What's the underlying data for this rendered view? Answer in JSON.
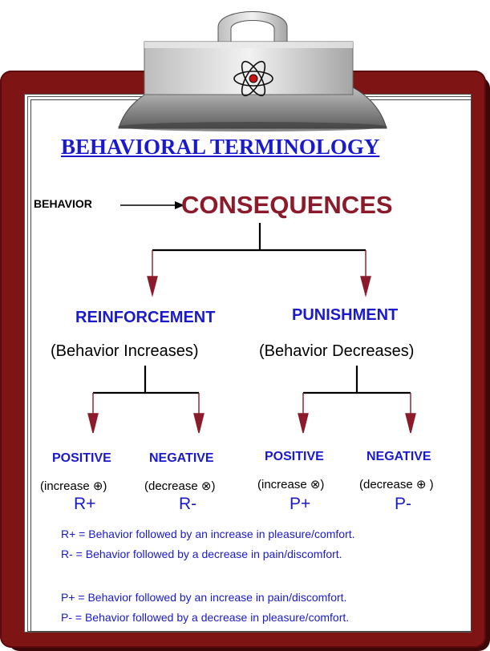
{
  "title": "BEHAVIORAL TERMINOLOGY",
  "behavior_label": "BEHAVIOR",
  "consequences_label": "CONSEQUENCES",
  "reinforcement": {
    "label": "REINFORCEMENT",
    "effect": "(Behavior Increases)",
    "positive": {
      "label": "POSITIVE",
      "detail": "(increase ⊕)",
      "code": "R+"
    },
    "negative": {
      "label": "NEGATIVE",
      "detail": "(decrease ⊗)",
      "code": "R-"
    }
  },
  "punishment": {
    "label": "PUNISHMENT",
    "effect": "(Behavior Decreases)",
    "positive": {
      "label": "POSITIVE",
      "detail": "(increase ⊗)",
      "code": "P+"
    },
    "negative": {
      "label": "NEGATIVE",
      "detail": "(decrease ⊕ )",
      "code": "P-"
    }
  },
  "definitions": [
    "R+ = Behavior followed by an increase in pleasure/comfort.",
    "R- = Behavior followed by a decrease in pain/discomfort.",
    "P+ = Behavior followed by an increase in pain/discomfort.",
    "P- = Behavior followed by a decrease in pleasure/comfort."
  ],
  "colors": {
    "board": "#7e1414",
    "title_blue": "#1a1acc",
    "consequences_red": "#8b1a2b",
    "arrow_red": "#8b1a2b"
  },
  "icons": [
    "clip-icon",
    "atom-icon"
  ]
}
